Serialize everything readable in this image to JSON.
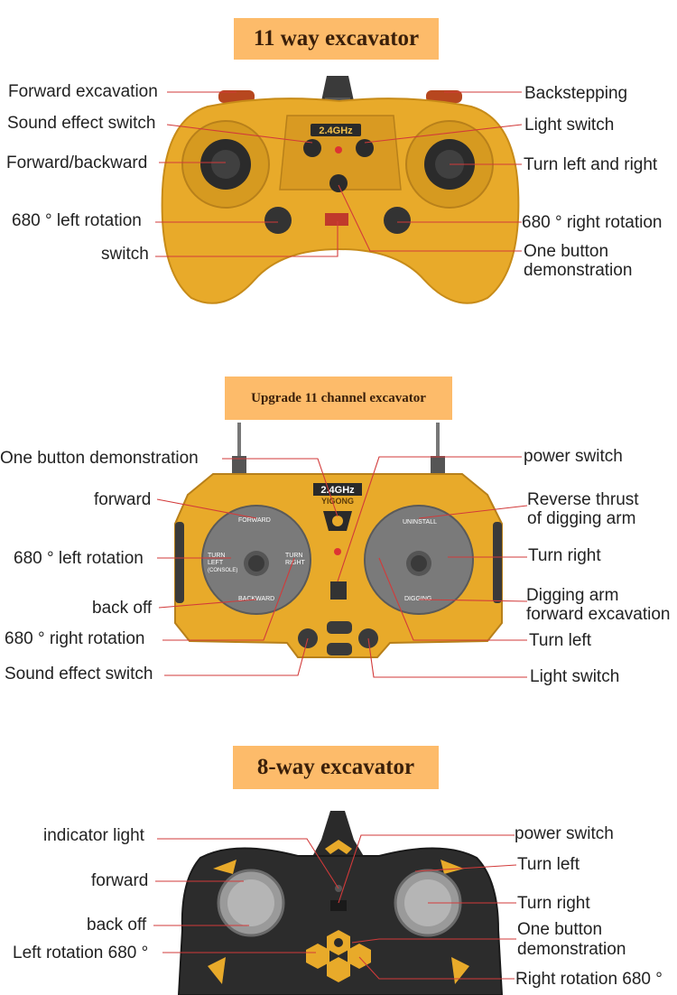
{
  "section1": {
    "title": "11 way excavator",
    "badge": "2.4GHz",
    "labels": {
      "forward_excavation": "Forward excavation",
      "sound_effect_switch": "Sound effect switch",
      "forward_backward": "Forward/backward",
      "left_rotation": "680 ° left rotation",
      "switch": "switch",
      "backstepping": "Backstepping",
      "light_switch": "Light switch",
      "turn_left_right": "Turn left and right",
      "right_rotation": "680 ° right rotation",
      "one_button_demo_1": "One button",
      "one_button_demo_2": "demonstration"
    }
  },
  "section2": {
    "title": "Upgrade 11 channel excavator",
    "badge": "2.4GHz",
    "brand": "YIGONG",
    "pad_text": {
      "forward": "FORWARD",
      "backward": "BACKWARD",
      "turn_left": "TURN LEFT",
      "turn_right": "TURN RIGHT",
      "console": "(CONSOLE)",
      "uninstall": "UNINSTALL",
      "digging": "DIGGING"
    },
    "labels": {
      "one_button_demo": "One button demonstration",
      "forward": "forward",
      "left_rotation": "680 ° left rotation",
      "back_off": "back off",
      "right_rotation": "680 ° right rotation",
      "sound_effect_switch": "Sound effect switch",
      "power_switch": "power switch",
      "reverse_thrust_1": "Reverse thrust",
      "reverse_thrust_2": "of digging arm",
      "turn_right": "Turn right",
      "digging_arm_1": "Digging arm",
      "digging_arm_2": "forward excavation",
      "turn_left": "Turn left",
      "light_switch": "Light switch"
    }
  },
  "section3": {
    "title": "8-way excavator",
    "labels": {
      "indicator_light": "indicator light",
      "forward": "forward",
      "back_off": "back off",
      "left_rotation": "Left rotation 680 °",
      "power_switch": "power switch",
      "turn_left": "Turn left",
      "turn_right": "Turn right",
      "one_button_demo_1": "One button",
      "one_button_demo_2": "demonstration",
      "right_rotation": "Right rotation 680 °"
    }
  },
  "colors": {
    "banner": "#fdbb6a",
    "controller_yellow": "#e8aa2a",
    "controller_dark": "#2a2a2a",
    "leader_line": "#d23a3a"
  }
}
